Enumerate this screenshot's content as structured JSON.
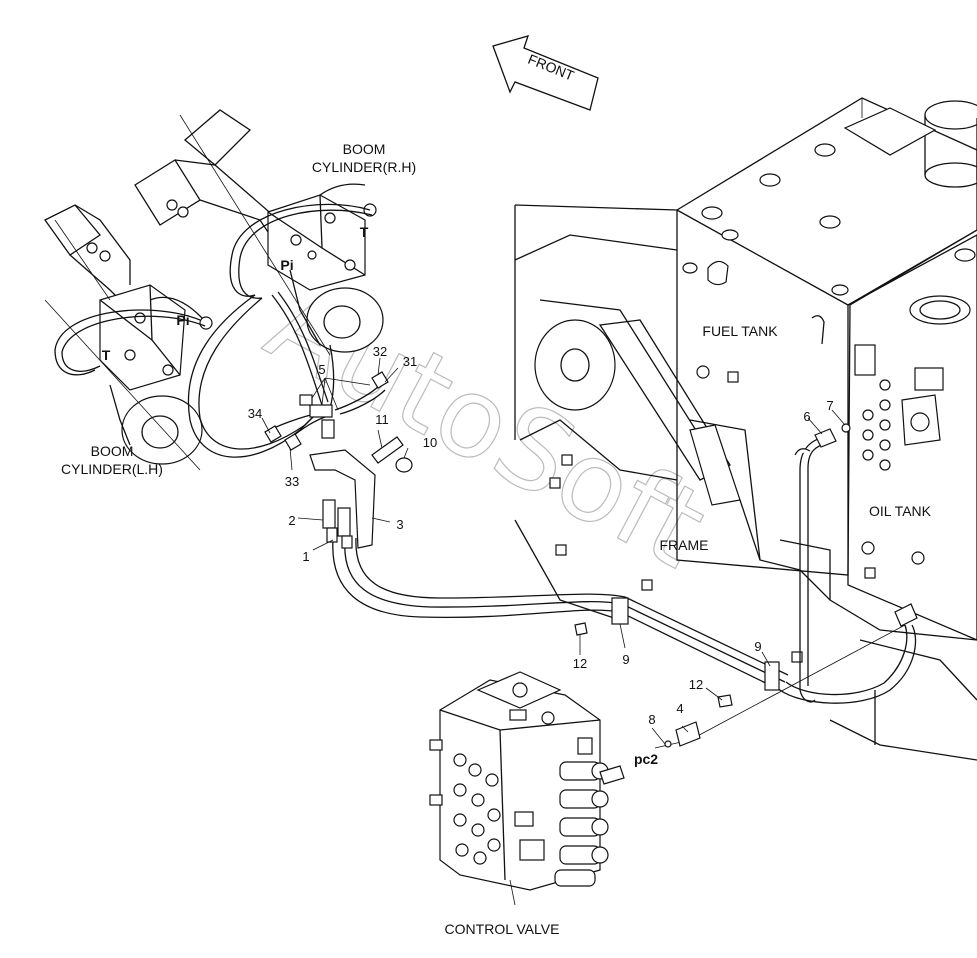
{
  "watermark": "AutoSoft",
  "front_arrow": {
    "label": "FRONT"
  },
  "labels": {
    "boom_rh": [
      "BOOM",
      "CYLINDER(R.H)"
    ],
    "boom_lh": [
      "BOOM",
      "CYLINDER(L.H)"
    ],
    "fuel_tank": "FUEL TANK",
    "oil_tank": "OIL TANK",
    "frame": "FRAME",
    "control_valve": "CONTROL VALVE"
  },
  "ports": {
    "pi_right": "Pi",
    "t_right": "T",
    "pi_left": "Pi",
    "t_left": "T",
    "pc2": "pc2"
  },
  "callouts": [
    "1",
    "2",
    "3",
    "4",
    "5",
    "6",
    "7",
    "8",
    "9",
    "9",
    "10",
    "11",
    "12",
    "12",
    "31",
    "32",
    "33",
    "34"
  ]
}
